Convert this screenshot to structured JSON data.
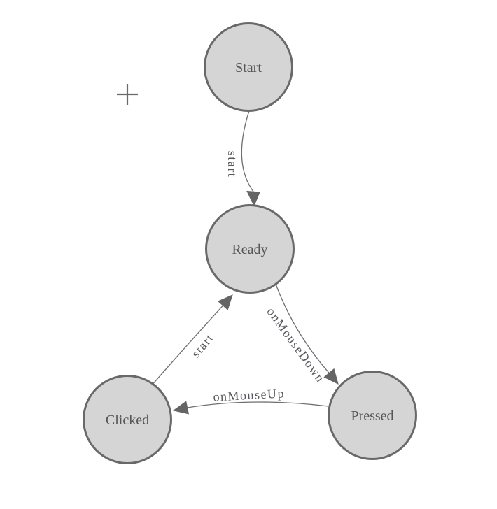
{
  "diagram": {
    "type": "state-machine",
    "nodes": [
      {
        "id": "start",
        "label": "Start"
      },
      {
        "id": "ready",
        "label": "Ready"
      },
      {
        "id": "clicked",
        "label": "Clicked"
      },
      {
        "id": "pressed",
        "label": "Pressed"
      }
    ],
    "edges": [
      {
        "from": "start",
        "to": "ready",
        "label": "start"
      },
      {
        "from": "ready",
        "to": "pressed",
        "label": "onMouseDown"
      },
      {
        "from": "pressed",
        "to": "clicked",
        "label": "onMouseUp"
      },
      {
        "from": "clicked",
        "to": "ready",
        "label": "start"
      }
    ],
    "colors": {
      "node_fill": "#d5d5d5",
      "node_stroke": "#696969",
      "edge_line": "#6e6e6e",
      "arrowhead": "#656565",
      "label_text": "#55585c",
      "background": "#ffffff"
    }
  }
}
